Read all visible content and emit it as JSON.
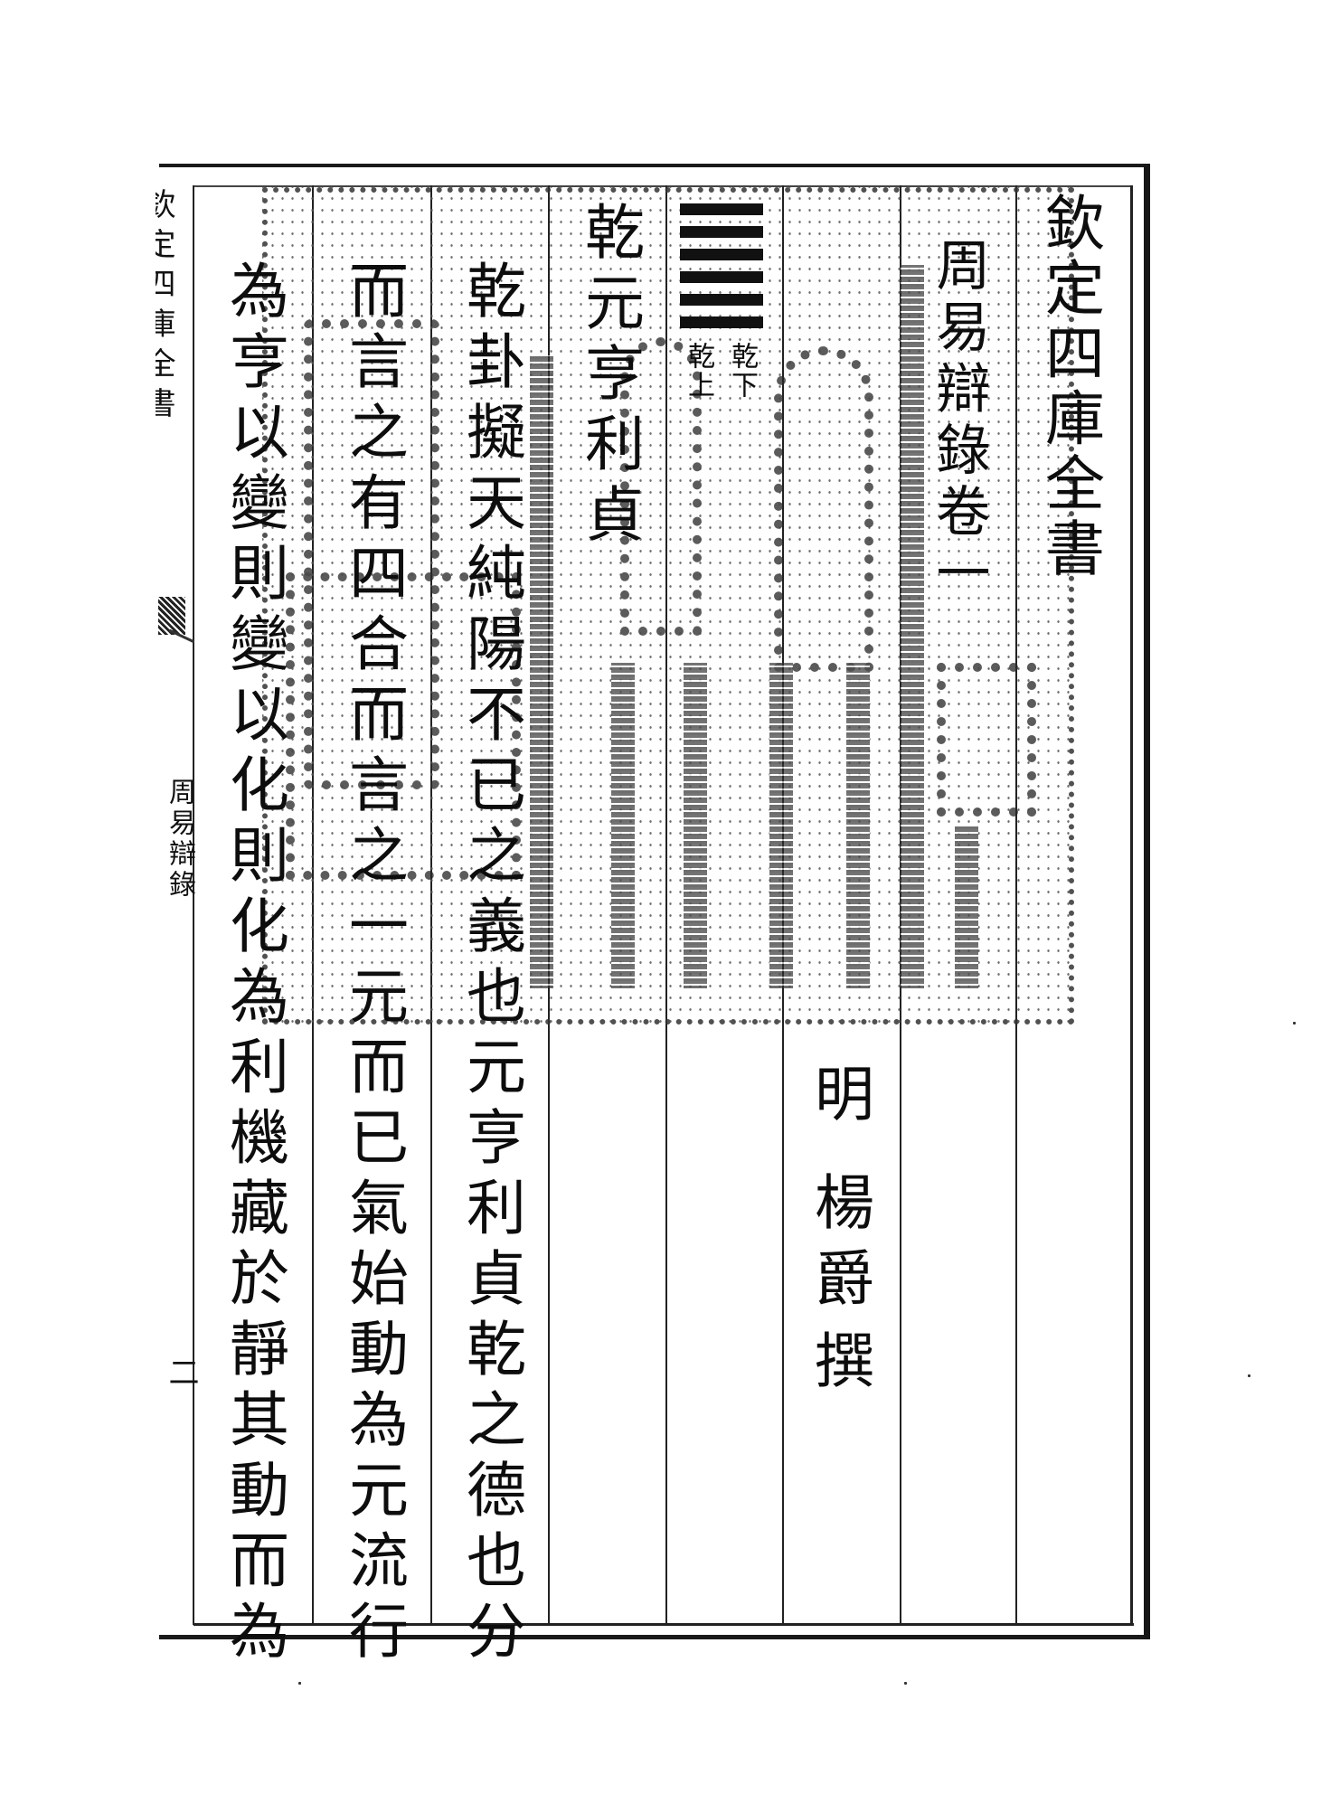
{
  "page": {
    "type": "woodblock-style classical Chinese page, vertical text, right-to-left columns",
    "background": "#ffffff",
    "ink": "#111111"
  },
  "banxin": {
    "collection_title_partial": "欽定四庫全書",
    "book_title": "周易辯錄",
    "page_number": "二"
  },
  "header": {
    "collection_title": "欽定四庫全書",
    "book_volume_title": "周易辯錄卷一"
  },
  "author_line": {
    "dynasty": "明",
    "author": "楊爵",
    "role": "撰"
  },
  "hexagram": {
    "name": "乾",
    "lines": [
      1,
      1,
      1,
      1,
      1,
      1
    ],
    "annotation_right": "乾下",
    "annotation_left": "乾上"
  },
  "body": {
    "columns": [
      "乾元亨利貞",
      "乾卦擬天純陽不已之義也元亨利貞乾之德也分",
      "而言之有四合而言之一元而已氣始動為元流行",
      "為亨以變則變以化則化為利機藏於靜其動而為"
    ]
  },
  "seal": {
    "description": "large square vermilion-style seal impression (rendered in grayscale) overlapping upper columns"
  }
}
